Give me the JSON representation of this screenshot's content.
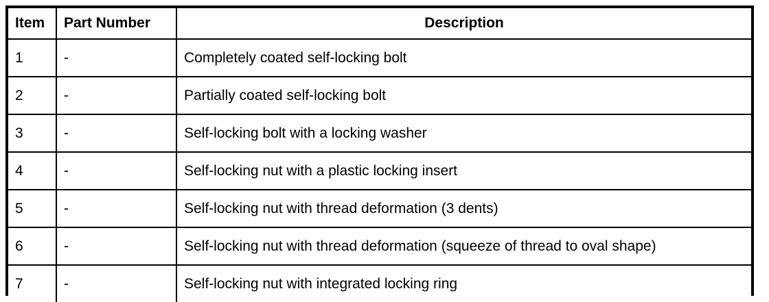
{
  "table": {
    "columns": [
      {
        "key": "item",
        "label": "Item",
        "align": "left"
      },
      {
        "key": "part_number",
        "label": "Part Number",
        "align": "left"
      },
      {
        "key": "description",
        "label": "Description",
        "align": "center"
      }
    ],
    "rows": [
      {
        "item": "1",
        "part_number": "-",
        "description": "Completely coated self-locking bolt"
      },
      {
        "item": "2",
        "part_number": "-",
        "description": "Partially coated self-locking bolt"
      },
      {
        "item": "3",
        "part_number": "-",
        "description": "Self-locking bolt with a locking washer"
      },
      {
        "item": "4",
        "part_number": "-",
        "description": "Self-locking nut with a plastic locking insert"
      },
      {
        "item": "5",
        "part_number": "-",
        "description": "Self-locking nut with thread deformation (3 dents)"
      },
      {
        "item": "6",
        "part_number": "-",
        "description": "Self-locking nut with thread deformation (squeeze of thread to oval shape)"
      },
      {
        "item": "7",
        "part_number": "-",
        "description": "Self-locking nut with integrated locking ring"
      }
    ]
  },
  "colors": {
    "border": "#000000",
    "text": "#000000",
    "background": "#ffffff"
  }
}
